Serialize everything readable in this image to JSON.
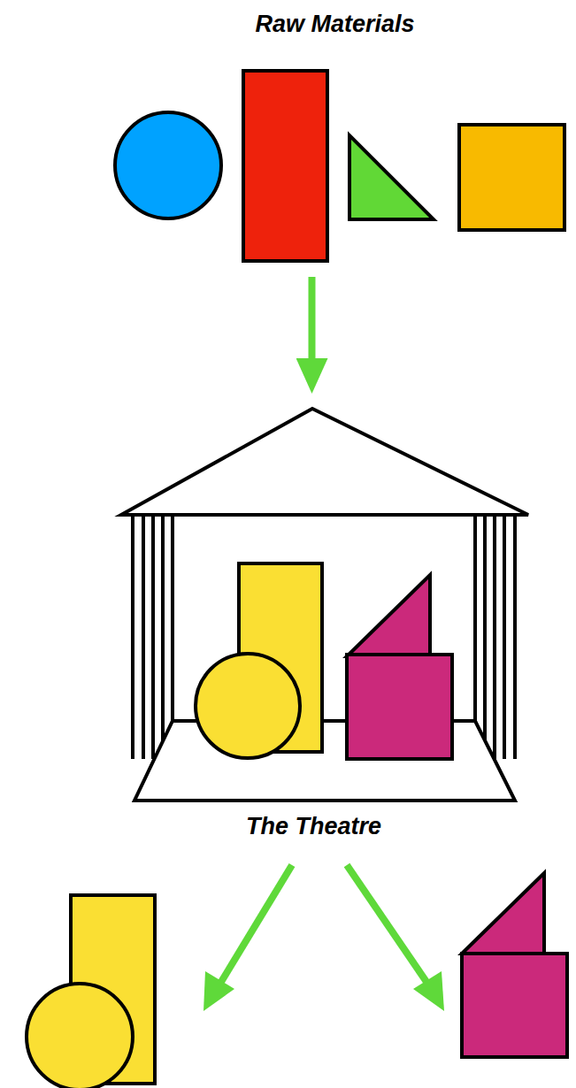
{
  "diagram": {
    "nodes": [
      {
        "text": [
          "Raw Materials"
        ]
      },
      {
        "text": [
          "The Theatre"
        ]
      }
    ],
    "edges": [
      {
        "from": 0,
        "to": 1,
        "arrow": "to"
      }
    ]
  }
}
